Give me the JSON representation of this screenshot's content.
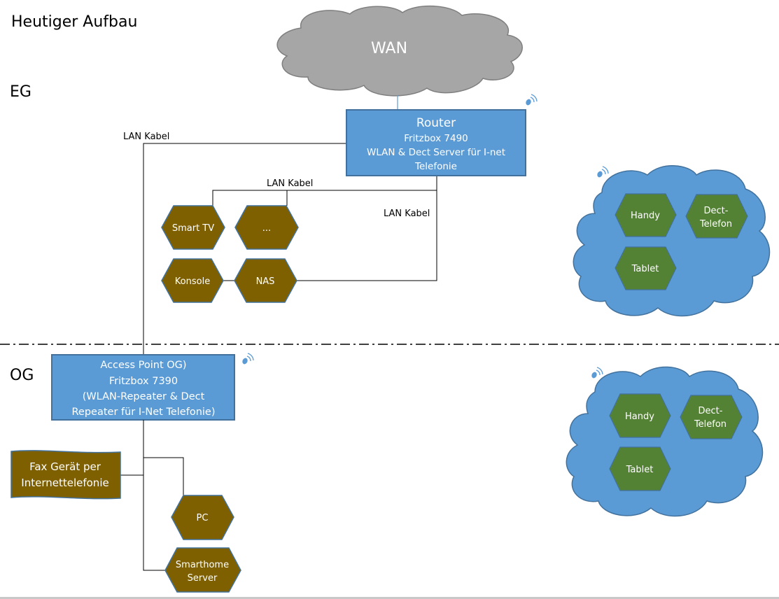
{
  "title": "Heutiger Aufbau",
  "floors": {
    "eg": "EG",
    "og": "OG"
  },
  "wan": {
    "label": "WAN"
  },
  "router": {
    "title": "Router",
    "lines": [
      "Fritzbox 7490",
      "WLAN & Dect Server für I-net",
      "Telefonie"
    ]
  },
  "access_point": {
    "lines": [
      "Access Point OG)",
      "Fritzbox 7390",
      "(WLAN-Repeater & Dect",
      "Repeater für I-Net Telefonie)"
    ]
  },
  "cable_labels": [
    "LAN Kabel",
    "LAN Kabel",
    "LAN Kabel"
  ],
  "eg_devices": {
    "smart_tv": "Smart TV",
    "more": "...",
    "konsole": "Konsole",
    "nas": "NAS"
  },
  "eg_wireless": {
    "handy": "Handy",
    "dect_1": "Dect-",
    "dect_2": "Telefon",
    "tablet": "Tablet"
  },
  "og_wireless": {
    "handy": "Handy",
    "dect_1": "Dect-",
    "dect_2": "Telefon",
    "tablet": "Tablet"
  },
  "og_devices": {
    "fax_1": "Fax Gerät per",
    "fax_2": "Internettelefonie",
    "pc": "PC",
    "smarthome_1": "Smarthome",
    "smarthome_2": "Server"
  },
  "colors": {
    "blue": "#5b9bd5",
    "blue_border": "#41719c",
    "brown": "#7f6000",
    "green": "#548235",
    "gray_cloud": "#a6a6a6"
  }
}
